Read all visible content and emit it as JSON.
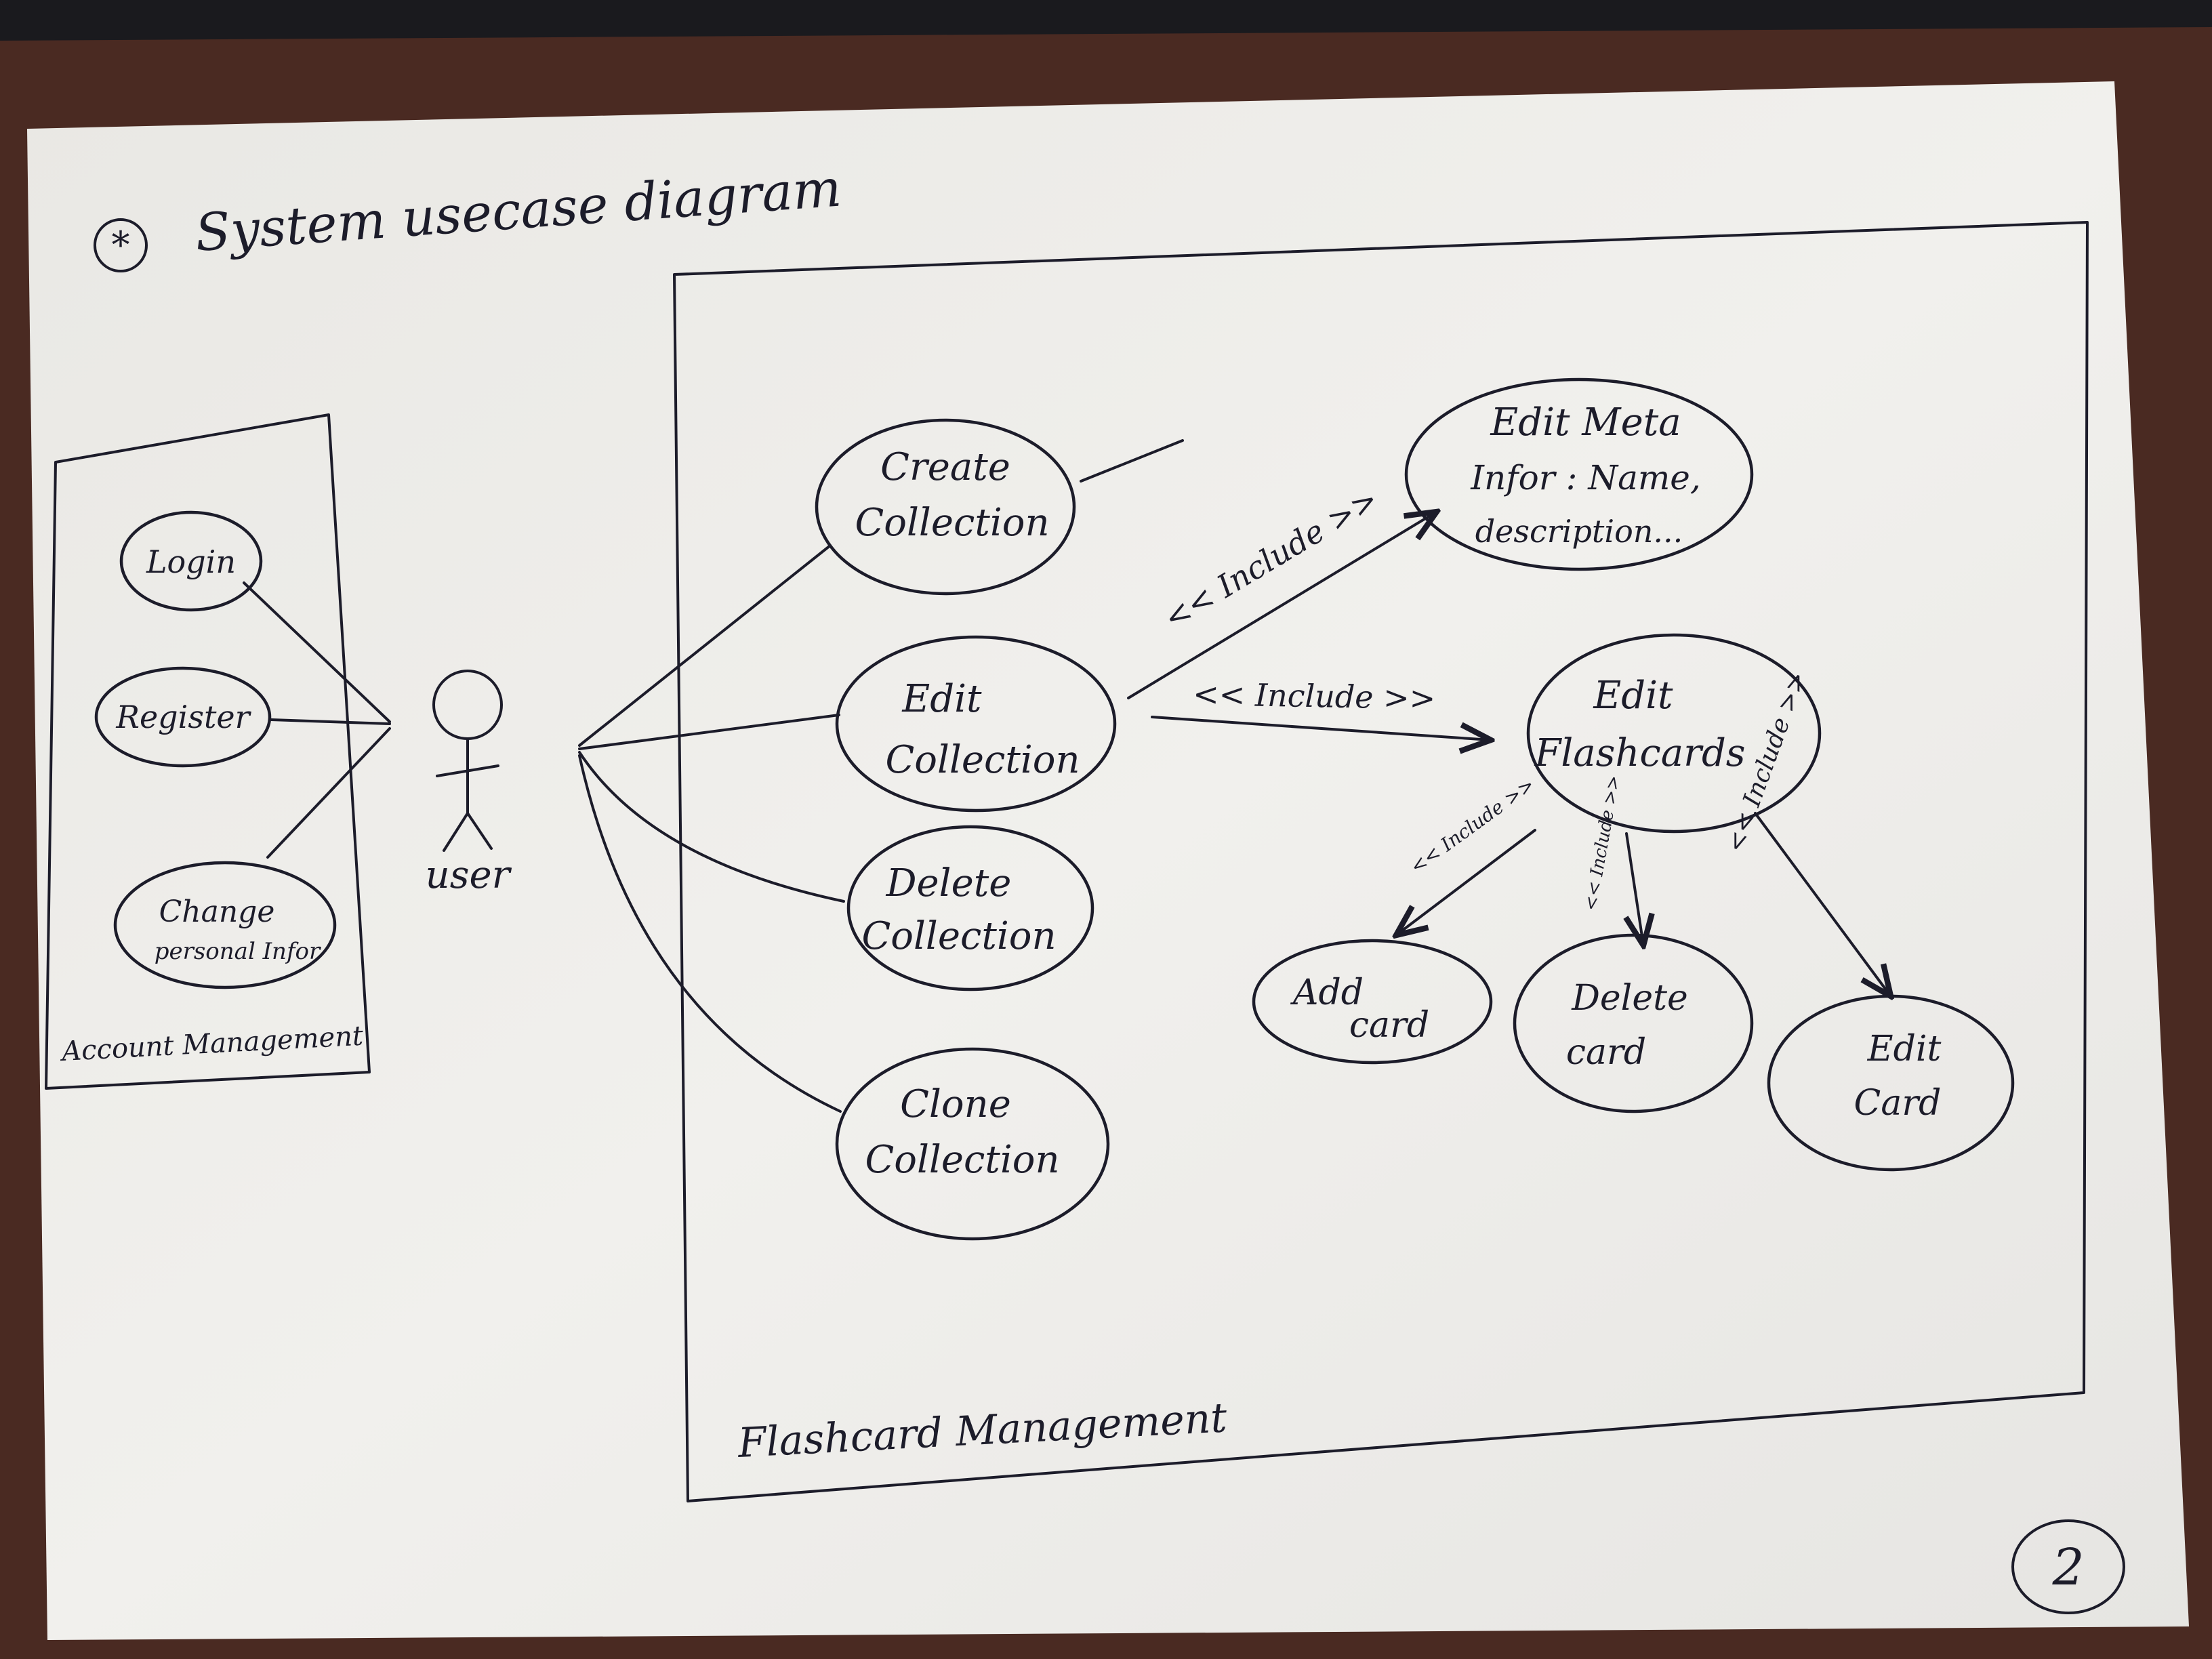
{
  "title": "System usecase diagram",
  "title_marker": "*",
  "page_number": "2",
  "actor": {
    "label": "user"
  },
  "boundaries": {
    "account": "Account Management",
    "flashcard": "Flashcard Management"
  },
  "usecases": {
    "login": "Login",
    "register": "Register",
    "change_info": [
      "Change",
      "personal Infor"
    ],
    "create_collection": [
      "Create",
      "Collection"
    ],
    "edit_collection": [
      "Edit",
      "Collection"
    ],
    "delete_collection": [
      "Delete",
      "Collection"
    ],
    "clone_collection": [
      "Clone",
      "Collection"
    ],
    "edit_meta": [
      "Edit Meta",
      "Infor : Name,",
      "description..."
    ],
    "edit_flashcards": [
      "Edit",
      "Flashcards"
    ],
    "add_card": [
      "Add",
      "card"
    ],
    "delete_card": [
      "Delete",
      "card"
    ],
    "edit_card": [
      "Edit",
      "Card"
    ]
  },
  "relations": {
    "include_meta": "<< Include >>",
    "include_flashcards": "<< Include >>",
    "include_add": "<< Include >>",
    "include_delete": "<< Include >>",
    "include_edit": "<< Include >>"
  },
  "colors": {
    "paper": "#eeedea",
    "table": "#4a2a22",
    "ink": "#1c1c2a"
  }
}
